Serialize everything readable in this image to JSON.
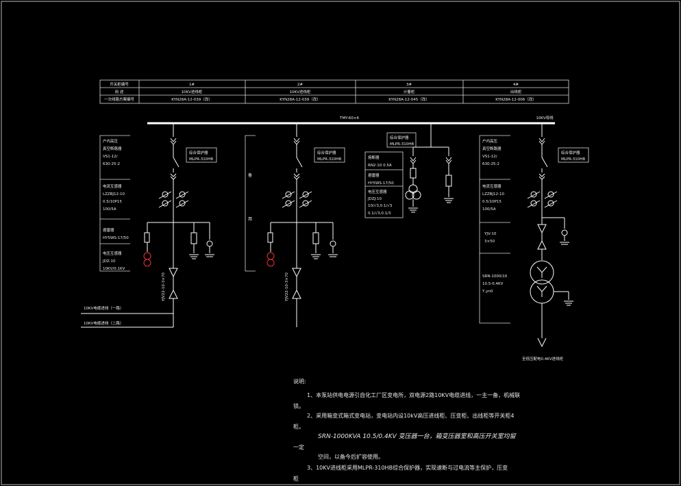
{
  "table": {
    "header_labels": [
      "开关柜编号",
      "用  途",
      "一次线路方案编号"
    ],
    "columns": [
      {
        "number": "1#",
        "use": "10KV进线柜",
        "scheme": "KYN28A-12-039（改）"
      },
      {
        "number": "2#",
        "use": "10KV进线柜",
        "scheme": "KYN28A-12-039（改）"
      },
      {
        "number": "3#",
        "use": "计量柜",
        "scheme": "KYN28A-12-045（改）"
      },
      {
        "number": "4#",
        "use": "出线柜",
        "scheme": "KYN28A-12-006（改）"
      }
    ]
  },
  "bus": {
    "left_label": "TMY-60×6",
    "right_label": "10KV母线"
  },
  "panels": {
    "p1_vcb": [
      "户内高压",
      "真空断路器",
      "VS1-12/",
      "630-25-2"
    ],
    "p1_ct": [
      "电流互感器",
      "LZZBJ12-10",
      "0.5/10P15",
      "100/5A"
    ],
    "p1_arrester": [
      "避雷器",
      "HY5WS-17/50"
    ],
    "p1_vt": [
      "电压互感器",
      "JDZ-10",
      "10KV/0.1KV"
    ],
    "p1_protect": [
      "综合保护器",
      "MLPR-310HB"
    ],
    "p1_cable": "YJV22-10-3×70",
    "p2_protect": [
      "综合保护器",
      "MLPR-310HB"
    ],
    "p2_cable": "YJV22-10-3×70",
    "p2_side": [
      "备",
      "用"
    ],
    "p3_protect": [
      "综合保护器",
      "MLPR-310HB"
    ],
    "p3_fuse": [
      "熔断器",
      "RN2-10 0.5A"
    ],
    "p3_arrester": [
      "避雷器",
      "HY5WS-17/50"
    ],
    "p3_vt": [
      "电压互感器",
      "JDZJ-10",
      "10/√3,0.1/√3",
      "0.1/√3,0.1/3"
    ],
    "p4_vcb": [
      "户内高压",
      "真空断路器",
      "VS1-12/",
      "630-25-2"
    ],
    "p4_ct": [
      "电流互感器",
      "LZZBJ12-10",
      "0.5/10P15",
      "100/5A"
    ],
    "p4_protect": [
      "综合保护器",
      "MLPR-310HB"
    ],
    "p4_cable": [
      "YJV-10",
      "3×50"
    ],
    "p4_transformer": [
      "SRN-1000/10",
      "10.5-0.4KV",
      "Y,yn0"
    ]
  },
  "feeders": {
    "line1": "10KV电缆进线（一路）",
    "line2": "10KV电缆进线（二路）",
    "lv_out": "至低压配电0.4KV进线柜"
  },
  "notes": {
    "title": "说明:",
    "lines": [
      "1、本泵站供电电源引自化工厂区变电所，双电源2路10KV电缆进线，一主一备，机械联",
      "锁。",
      "2、采用箱变式箱式变电站，变电站内设10kV高压进线柜、压变柜、出线柜等开关柜4",
      "柜。",
      "SRN-1000KVA  10.5/0.4KV  变压器一台，箱变压器室和高压开关室均留",
      "一定",
      "空间，以备今后扩容使用。",
      "3、10KV进线柜采用MLPR-310HB综合保护器，实现速断与过电流等主保护，压变",
      "柜"
    ]
  }
}
